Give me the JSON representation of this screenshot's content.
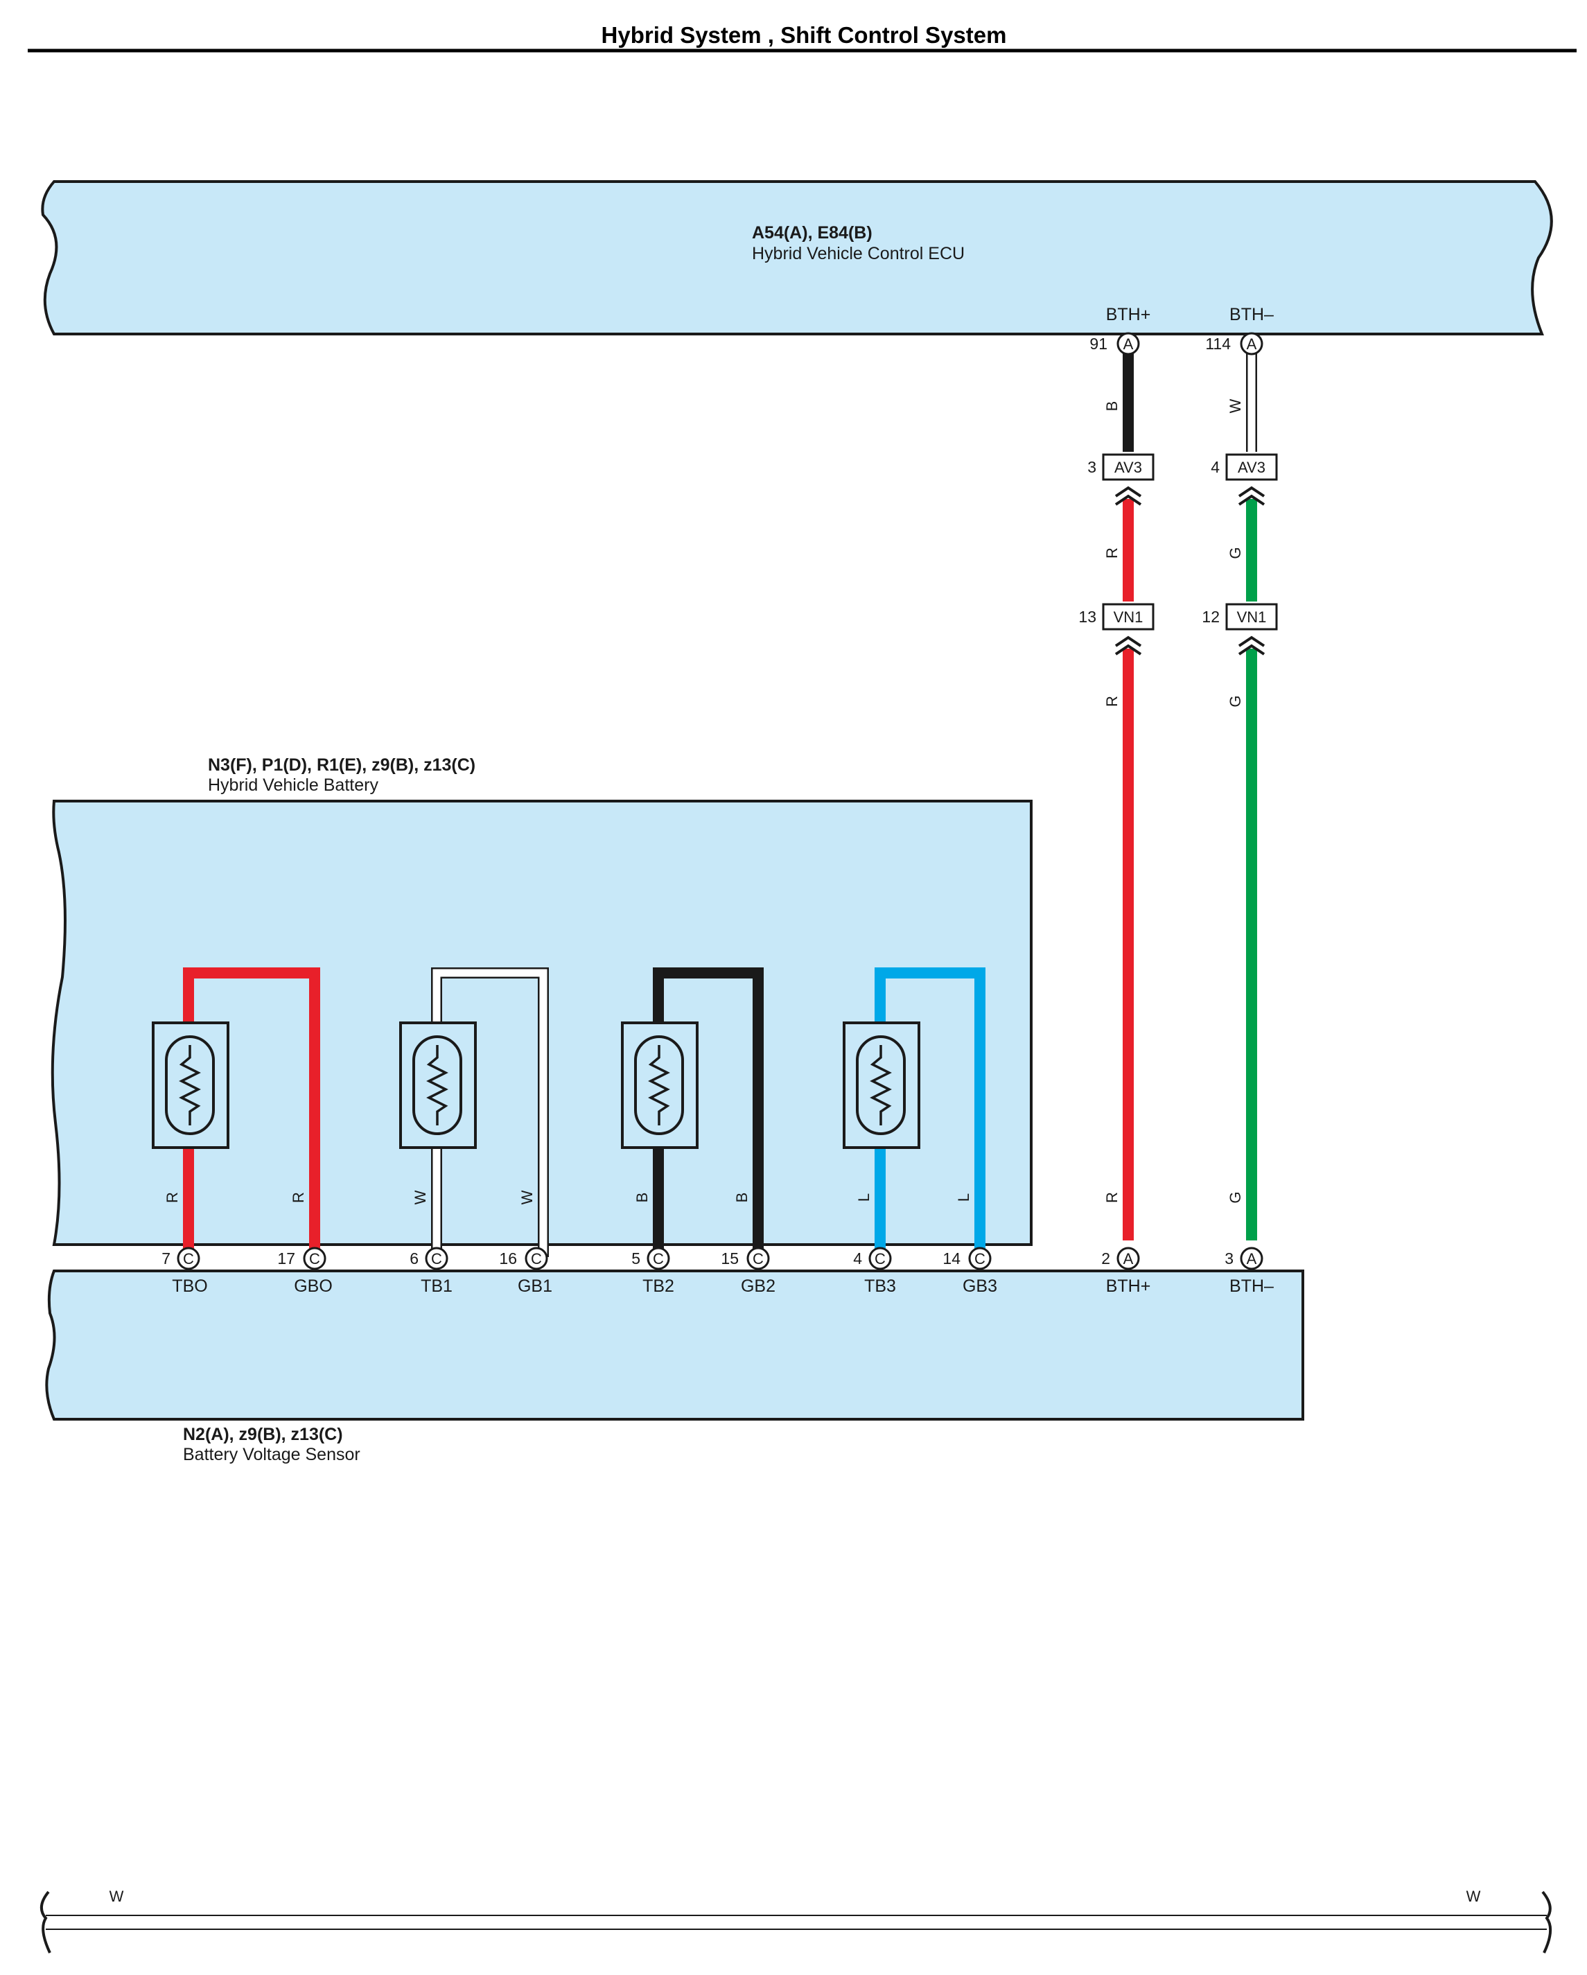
{
  "header": {
    "title": "Hybrid System , Shift Control System"
  },
  "ecu": {
    "code": "A54(A), E84(B)",
    "name": "Hybrid Vehicle Control ECU",
    "pins": [
      {
        "label": "BTH+",
        "number": "91",
        "loc": "A"
      },
      {
        "label": "BTH–",
        "number": "114",
        "loc": "A"
      }
    ]
  },
  "junctions": [
    {
      "name": "AV3",
      "pins": [
        "3",
        "4"
      ]
    },
    {
      "name": "VN1",
      "pins": [
        "13",
        "12"
      ]
    }
  ],
  "wires": {
    "bth_plus": {
      "ecu_color": "B",
      "mid_color": "R",
      "low_color": "R",
      "sensor_color": "R"
    },
    "bth_minus": {
      "ecu_color": "W",
      "mid_color": "G",
      "low_color": "G",
      "sensor_color": "G"
    }
  },
  "battery": {
    "code": "N3(F), P1(D), R1(E), z9(B), z13(C)",
    "name": "Hybrid Vehicle Battery",
    "sensors": [
      {
        "left_color": "R",
        "right_color": "R"
      },
      {
        "left_color": "W",
        "right_color": "W"
      },
      {
        "left_color": "B",
        "right_color": "B"
      },
      {
        "left_color": "L",
        "right_color": "L"
      }
    ]
  },
  "sensor": {
    "code": "N2(A), z9(B), z13(C)",
    "name": "Battery Voltage Sensor",
    "pins": [
      {
        "number": "7",
        "loc": "C",
        "label": "TBO"
      },
      {
        "number": "17",
        "loc": "C",
        "label": "GBO"
      },
      {
        "number": "6",
        "loc": "C",
        "label": "TB1"
      },
      {
        "number": "16",
        "loc": "C",
        "label": "GB1"
      },
      {
        "number": "5",
        "loc": "C",
        "label": "TB2"
      },
      {
        "number": "15",
        "loc": "C",
        "label": "GB2"
      },
      {
        "number": "4",
        "loc": "C",
        "label": "TB3"
      },
      {
        "number": "14",
        "loc": "C",
        "label": "GB3"
      },
      {
        "number": "2",
        "loc": "A",
        "label": "BTH+"
      },
      {
        "number": "3",
        "loc": "A",
        "label": "BTH–"
      }
    ]
  },
  "footer": {
    "left_label": "W",
    "right_label": "W"
  },
  "colors": {
    "panel": "#c8e8f8",
    "red": "#e8202a",
    "green": "#00a04a",
    "black": "#1a1a1a",
    "blue": "#00a8e8",
    "white": "#ffffff"
  }
}
